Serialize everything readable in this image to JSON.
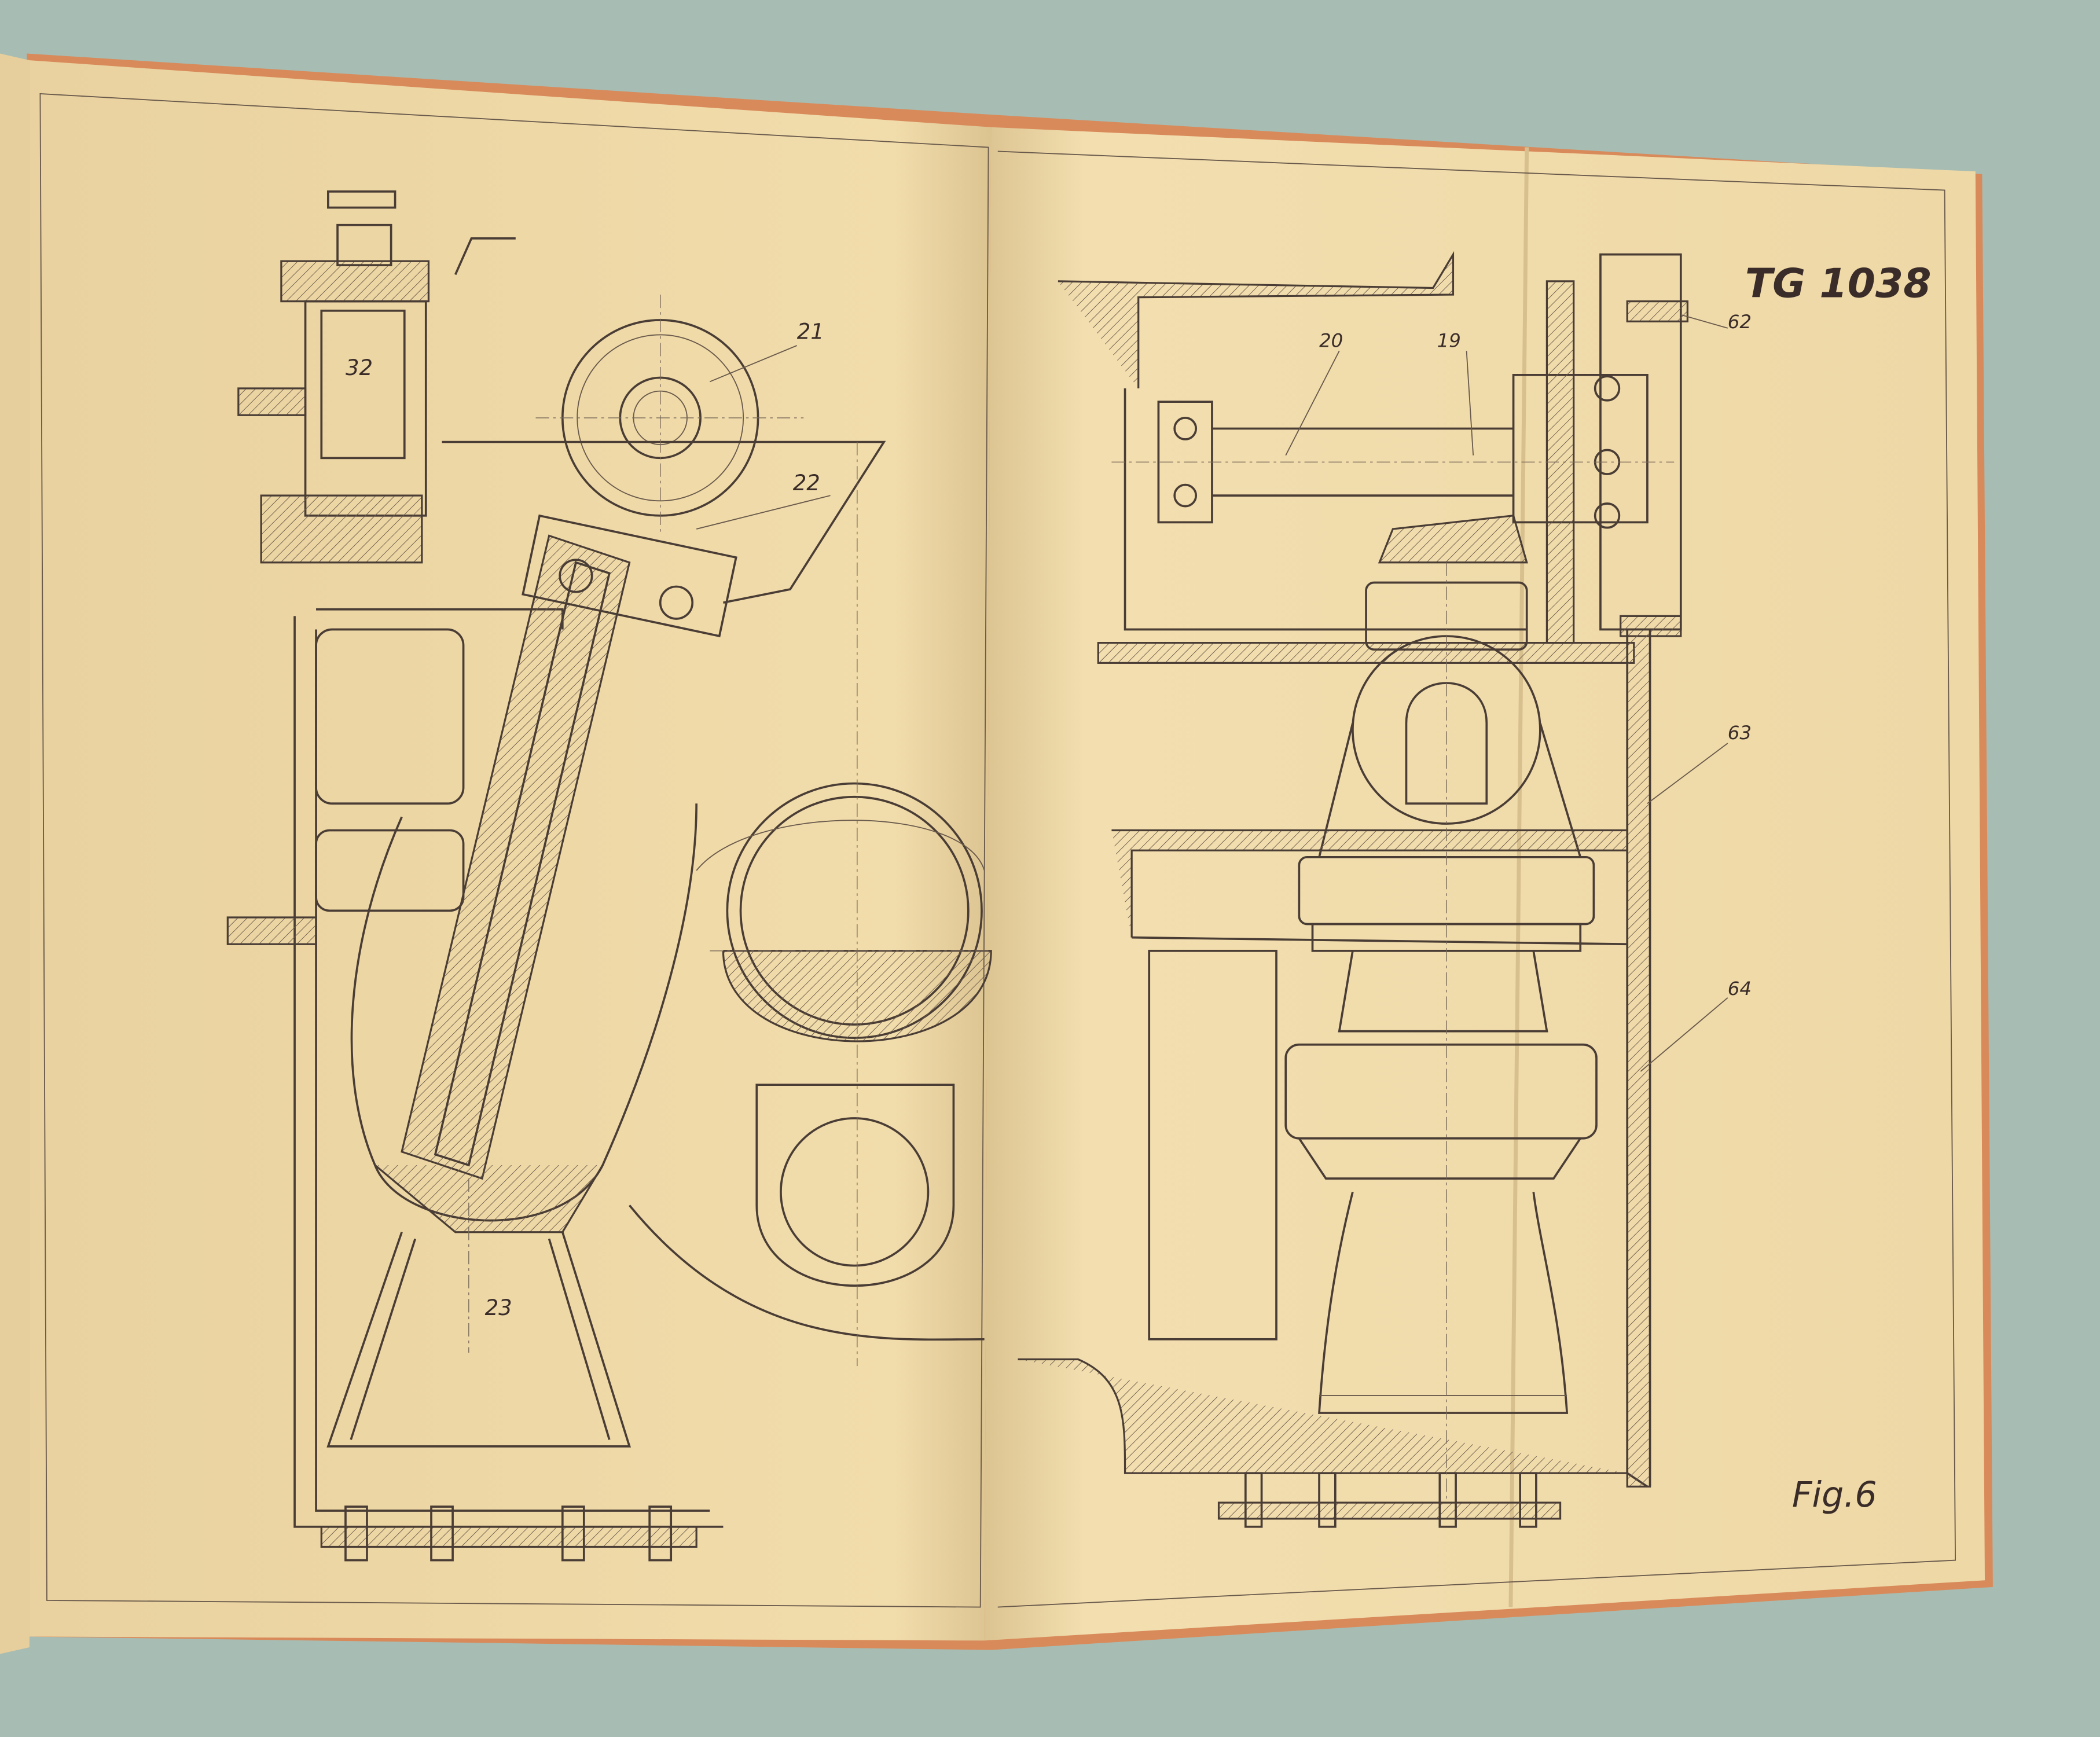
{
  "drawing": {
    "title": "TG 1038",
    "figure_caption": "Fig.6",
    "part_labels": {
      "p19": "19",
      "p20": "20",
      "p21": "21",
      "p22": "22",
      "p23": "23",
      "p32": "32",
      "p62": "62",
      "p63": "63",
      "p64": "64"
    }
  },
  "colors": {
    "background_cloth": "#a7bcb2",
    "page": "#efd9a6",
    "cover": "#d98a5a",
    "ink": "#4a3d35"
  }
}
